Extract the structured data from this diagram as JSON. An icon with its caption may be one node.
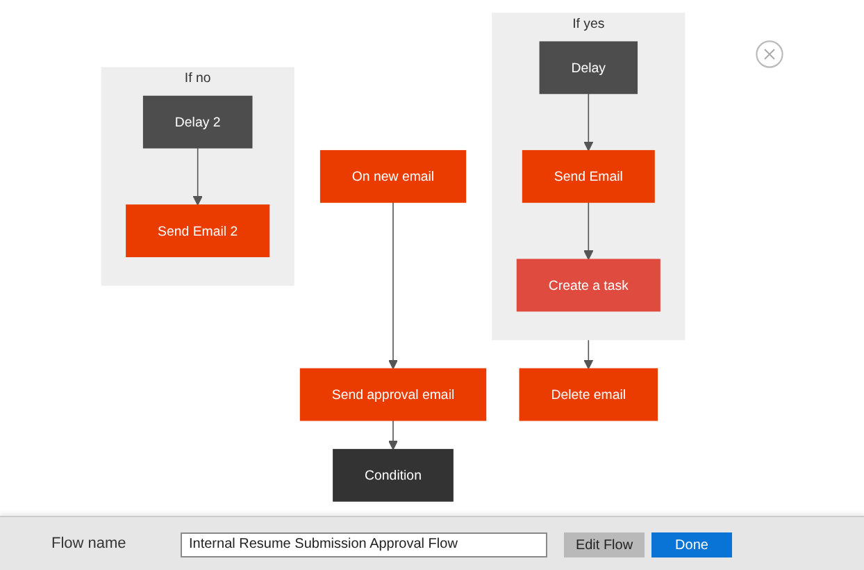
{
  "diagram": {
    "nodes": [
      {
        "text": [
          "On new email"
        ]
      },
      {
        "text": [
          "Send approval email"
        ]
      },
      {
        "text": [
          "Condition"
        ]
      },
      {
        "text": [
          "If yes"
        ]
      },
      {
        "text": [
          "Delay"
        ],
        "in": 3
      },
      {
        "text": [
          "Send Email"
        ],
        "in": 3
      },
      {
        "text": [
          "Create a task"
        ],
        "in": 3
      },
      {
        "text": [
          "If no"
        ]
      },
      {
        "text": [
          "Delay 2"
        ],
        "in": 7
      },
      {
        "text": [
          "Send Email 2"
        ],
        "in": 7
      },
      {
        "text": [
          "Delete email"
        ]
      }
    ],
    "edges": [
      {
        "from": 0,
        "to": 1,
        "arrow": "to"
      },
      {
        "from": 1,
        "to": 2,
        "arrow": "to"
      },
      {
        "from": 4,
        "to": 5,
        "arrow": "to"
      },
      {
        "from": 5,
        "to": 6,
        "arrow": "to"
      },
      {
        "from": 8,
        "to": 9,
        "arrow": "to"
      },
      {
        "from": 3,
        "to": 10,
        "arrow": "to"
      }
    ],
    "labels": [
      "Flow name",
      "Internal Resume Submission Approval Flow",
      "Edit Flow",
      "Done"
    ]
  }
}
